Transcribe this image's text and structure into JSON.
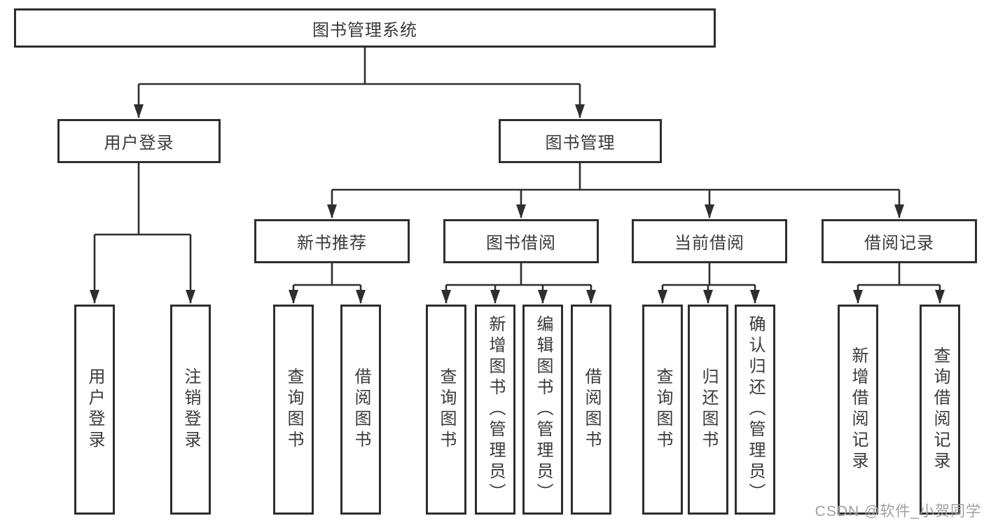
{
  "diagram": {
    "type": "hierarchy-tree",
    "colors": {
      "line": "#2e2e2e",
      "box_border": "#2e2e2e",
      "text": "#3a3a3a",
      "background": "#ffffff",
      "watermark": "#a0a0a0"
    },
    "tree": {
      "root": {
        "label": "图书管理系统",
        "children": [
          {
            "label": "用户登录",
            "children": [
              {
                "label": "用户登录"
              },
              {
                "label": "注销登录"
              }
            ]
          },
          {
            "label": "图书管理",
            "children": [
              {
                "label": "新书推荐",
                "children": [
                  {
                    "label": "查询图书"
                  },
                  {
                    "label": "借阅图书"
                  }
                ]
              },
              {
                "label": "图书借阅",
                "children": [
                  {
                    "label": "查询图书"
                  },
                  {
                    "label": "新增图书（管理员）"
                  },
                  {
                    "label": "编辑图书（管理员）"
                  },
                  {
                    "label": "借阅图书"
                  }
                ]
              },
              {
                "label": "当前借阅",
                "children": [
                  {
                    "label": "查询图书"
                  },
                  {
                    "label": "归还图书"
                  },
                  {
                    "label": "确认归还（管理员）"
                  }
                ]
              },
              {
                "label": "借阅记录",
                "children": [
                  {
                    "label": "新增借阅记录"
                  },
                  {
                    "label": "查询借阅记录"
                  }
                ]
              }
            ]
          }
        ]
      }
    },
    "watermark": {
      "text": "CSDN @软件_小贺同学"
    }
  }
}
